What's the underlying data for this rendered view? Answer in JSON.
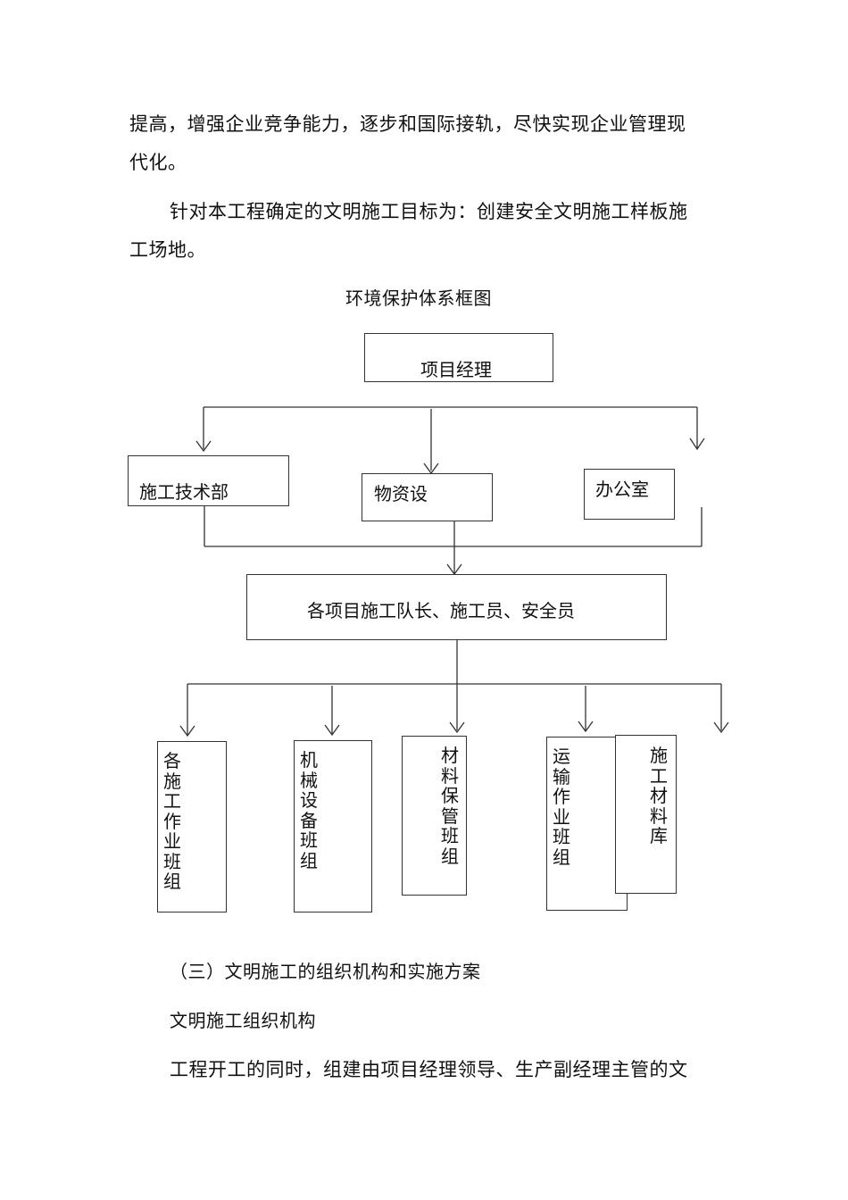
{
  "paragraphs": {
    "p1_line1": "提高，增强企业竞争能力，逐步和国际接轨，尽快实现企业管理现",
    "p1_line2": "代化。",
    "p2_line1": "针对本工程确定的文明施工目标为：创建安全文明施工样板施",
    "p2_line2": "工场地。"
  },
  "diagram": {
    "title": "环境保护体系框图",
    "top_box": "项目经理",
    "level2": {
      "tech": "施工技术部",
      "materials": "物资设",
      "office": "办公室"
    },
    "level3": "各项目施工队长、施工员、安全员",
    "level4": {
      "teams": "各施工作业班组",
      "machinery": "机械设备班组",
      "material_keep": "材料保管班组",
      "transport": "运输作业班组",
      "warehouse": "施工材料库"
    }
  },
  "section": {
    "heading": "（三）文明施工的组织机构和实施方案",
    "subheading": "文明施工组织机构",
    "body_line1": "工程开工的同时，组建由项目经理领导、生产副经理主管的文"
  }
}
